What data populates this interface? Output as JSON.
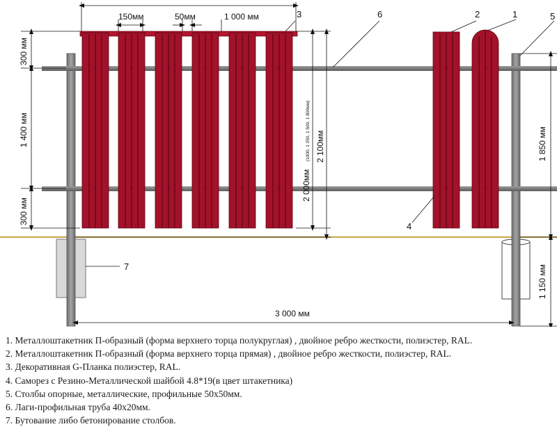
{
  "dimensions": {
    "picket_width": "150мм",
    "gap": "50мм",
    "span_width_top": "1 000 мм",
    "top_offset": "300 мм",
    "lag_spacing": "1 400 мм",
    "bottom_offset": "300 мм",
    "picket_height": "2 000мм",
    "picket_height_note": "(1000, 1 250, 1 500, 1 800мм)",
    "total_height": "2 100мм",
    "post_above": "1 850 мм",
    "post_below": "1 150 мм",
    "span_width_bottom": "3 000 мм"
  },
  "callouts": [
    "1",
    "2",
    "3",
    "4",
    "5",
    "6",
    "7"
  ],
  "legend": [
    "1. Металлоштакетник П-образный (форма верхнего торца полукруглая) , двойное ребро жесткости, полиэстер, RAL.",
    "2. Металлоштакетник П-образный (форма верхнего торца прямая) , двойное ребро жесткости, полиэстер, RAL.",
    "3. Декоративная G-Планка полиэстер, RAL.",
    "4. Саморез с Резино-Металлической шайбой 4.8*19(в цвет штакетника)",
    "5. Столбы опорные, металлические, профильные 50х50мм.",
    "6. Лаги-профильная труба 40х20мм.",
    "7. Бутование либо бетонирование столбов."
  ],
  "colors": {
    "picket": "#a3122a",
    "picket_rib": "#5c0614",
    "post": "#8c8c8c",
    "ground": "#c8a64a",
    "footing": "#d9d9d9"
  }
}
